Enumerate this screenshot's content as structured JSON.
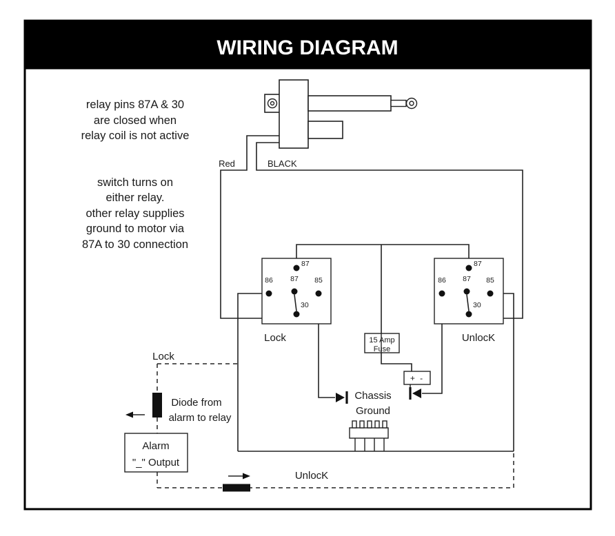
{
  "title": "WIRING DIAGRAM",
  "colors": {
    "title_bg": "#000000",
    "line": "#222222"
  },
  "notes": {
    "block1": [
      "relay pins 87A & 30",
      "are closed when",
      "relay coil is not active"
    ],
    "block2": [
      "switch turns on",
      "either relay.",
      "other relay supplies",
      "ground to motor via",
      "87A to 30 connection"
    ]
  },
  "wires": {
    "red_label": "Red",
    "black_label": "BLACK"
  },
  "relays": {
    "lock": {
      "name": "Lock",
      "pins": {
        "p87_top": "87",
        "p86": "86",
        "p87a": "87",
        "p85": "85",
        "p30": "30"
      }
    },
    "unlock": {
      "name": "UnlocK",
      "pins": {
        "p87_top": "87",
        "p86": "86",
        "p87a": "87",
        "p85": "85",
        "p30": "30"
      }
    }
  },
  "fuse": {
    "line1": "15 Amp",
    "line2": "Fuse"
  },
  "battery": {
    "terminals": "+ -"
  },
  "ground": {
    "line1": "Chassis",
    "line2": "Ground"
  },
  "alarm": {
    "lock_label": "Lock",
    "diode_note_line1": "Diode from",
    "diode_note_line2": "alarm to relay",
    "box_line1": "Alarm",
    "box_line2": "\"_\" Output",
    "unlock_label": "UnlocK"
  }
}
